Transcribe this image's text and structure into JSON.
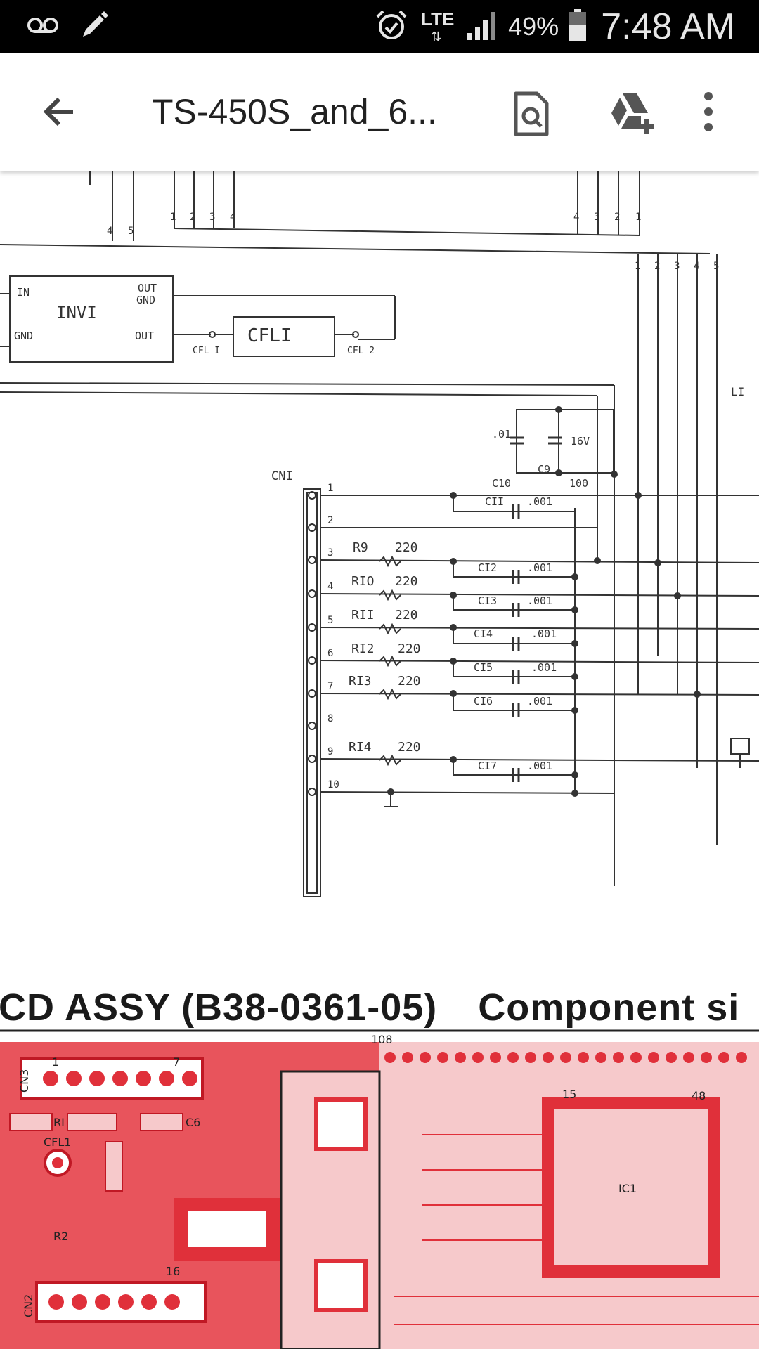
{
  "status_bar": {
    "battery_percent": "49%",
    "time": "7:48 AM",
    "network": "LTE",
    "icons": [
      "voicemail-icon",
      "edit-icon",
      "alarm-icon",
      "signal-icon",
      "battery-icon"
    ]
  },
  "app_bar": {
    "title": "TS-450S_and_6...",
    "icons": [
      "back-arrow-icon",
      "find-in-page-icon",
      "add-to-drive-icon",
      "more-vert-icon"
    ]
  },
  "schematic": {
    "inverter_label": "INVI",
    "inverter_pins": [
      "IN",
      "GND",
      "OUT",
      "GND",
      "OUT"
    ],
    "cfl_label": "CFLI",
    "cfl_pins": [
      "CFL I",
      "CFL 2"
    ],
    "connector_label": "CNI",
    "connector_pins": [
      "1",
      "2",
      "3",
      "4",
      "5",
      "6",
      "7",
      "8",
      "9",
      "10"
    ],
    "top_wires_left": [
      "4",
      "5"
    ],
    "top_wires_mid": [
      "1",
      "2",
      "3",
      "4"
    ],
    "top_wires_right": [
      "4",
      "3",
      "2",
      "1"
    ],
    "right_bus": [
      "1",
      "2",
      "3",
      "4",
      "5"
    ],
    "caps_top": [
      "C10",
      ".01",
      "C9",
      "100",
      "16V"
    ],
    "resistors": [
      {
        "ref": "R9",
        "value": "220"
      },
      {
        "ref": "RIO",
        "value": "220"
      },
      {
        "ref": "RII",
        "value": "220"
      },
      {
        "ref": "RI2",
        "value": "220"
      },
      {
        "ref": "RI3",
        "value": "220"
      },
      {
        "ref": "RI4",
        "value": "220"
      }
    ],
    "capacitors": [
      {
        "ref": "CII",
        "value": ".001"
      },
      {
        "ref": "CI2",
        "value": ".001"
      },
      {
        "ref": "CI3",
        "value": ".001"
      },
      {
        "ref": "CI4",
        "value": ".001"
      },
      {
        "ref": "CI5",
        "value": ".001"
      },
      {
        "ref": "CI6",
        "value": ".001"
      },
      {
        "ref": "CI7",
        "value": ".001"
      }
    ],
    "inductor_label": "LI"
  },
  "heading": {
    "part1": "CD ASSY (B38-0361-05)",
    "part2": "Component si"
  },
  "pcb": {
    "labels": [
      "CN3",
      "CN2",
      "RI",
      "C6",
      "CFL1",
      "R2",
      "IC1",
      "108",
      "48",
      "15",
      "16",
      "1",
      "7"
    ]
  },
  "colors": {
    "status_bar_bg": "#000000",
    "app_bar_bg": "#ffffff",
    "pcb_red": "#e0303a",
    "pcb_pink": "#f5c4c6"
  }
}
